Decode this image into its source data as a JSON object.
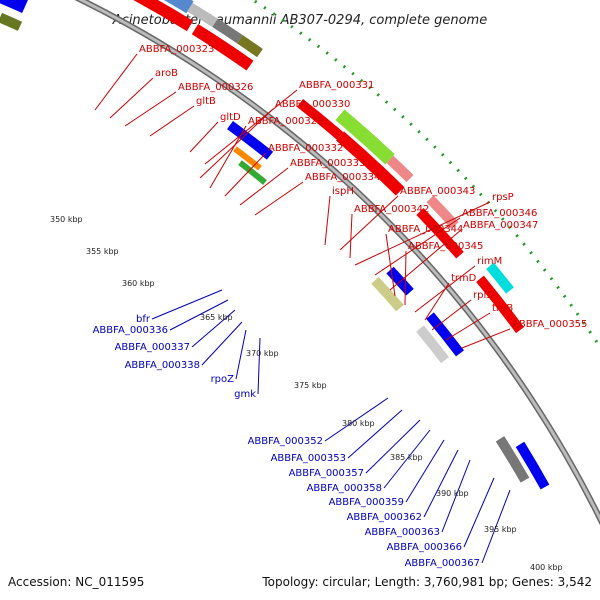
{
  "title": "Acinetobacter baumannii AB307-0294, complete genome",
  "footer": {
    "accession": "Accession: NC_011595",
    "summary": "Topology: circular; Length: 3,760,981 bp; Genes: 3,542"
  },
  "colors": {
    "forward_label": "#cc0000",
    "reverse_label": "#0000bb",
    "backbone": "#999999",
    "dotted_ring": "#229922"
  },
  "scale_labels": [
    "350 kbp",
    "355 kbp",
    "360 kbp",
    "365 kbp",
    "370 kbp",
    "375 kbp",
    "380 kbp",
    "385 kbp",
    "390 kbp",
    "395 kbp",
    "400 kbp"
  ],
  "forward_genes": [
    "ABBFA_000323",
    "aroB",
    "ABBFA_000326",
    "gltB",
    "gltD",
    "ABBFA_000331",
    "ABBFA_000330",
    "ABBFA_000329",
    "ABBFA_000332",
    "ABBFA_000333",
    "ABBFA_000334",
    "ispH",
    "ABBFA_000343",
    "ABBFA_000342",
    "rpsP",
    "ABBFA_000346",
    "ABBFA_000347",
    "ABBFA_000344",
    "ABBFA_000345",
    "rimM",
    "trmD",
    "rplS",
    "truB",
    "ABBFA_000355"
  ],
  "reverse_genes": [
    "bfr",
    "ABBFA_000336",
    "ABBFA_000337",
    "ABBFA_000338",
    "rpoZ",
    "gmk",
    "ABBFA_000352",
    "ABBFA_000353",
    "ABBFA_000357",
    "ABBFA_000358",
    "ABBFA_000359",
    "ABBFA_000362",
    "ABBFA_000363",
    "ABBFA_000366",
    "ABBFA_000367"
  ]
}
